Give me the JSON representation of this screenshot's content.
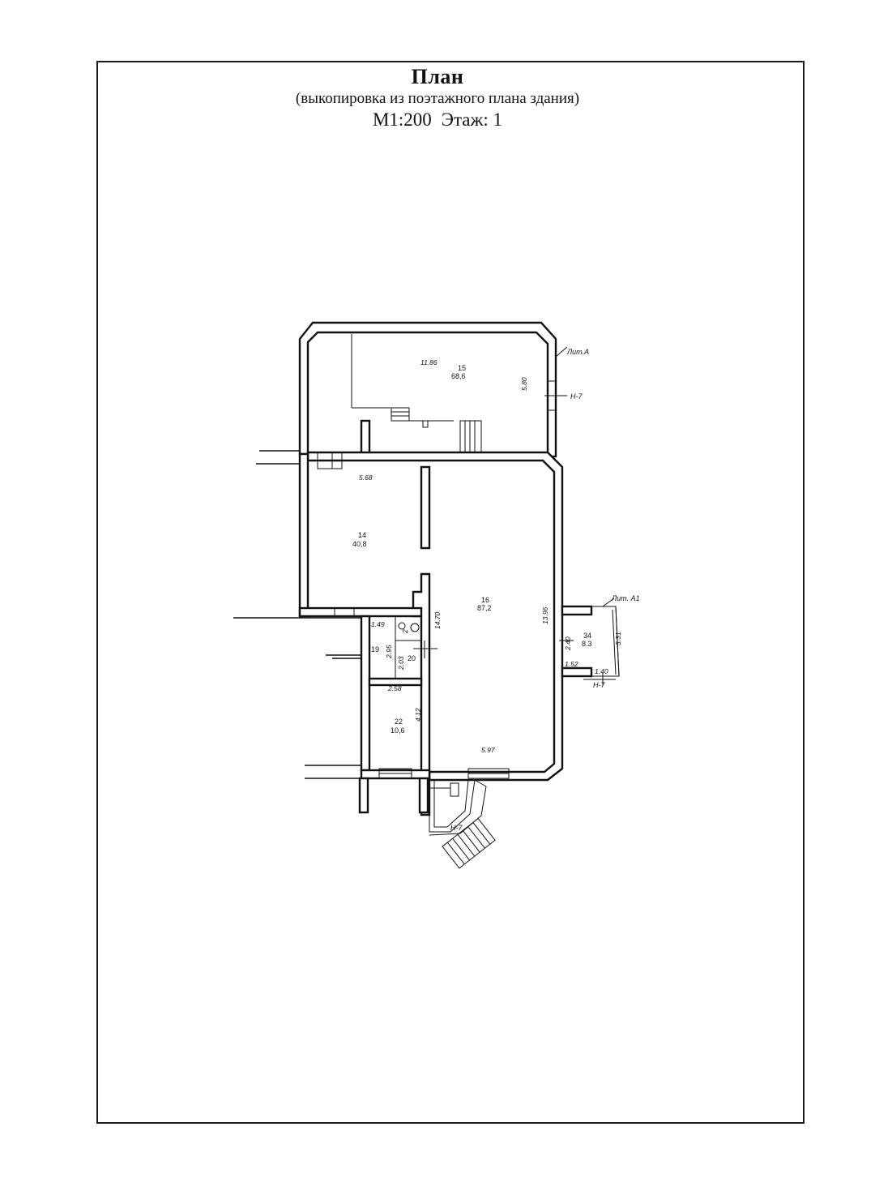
{
  "header": {
    "title": "План",
    "subtitle": "(выкопировка из поэтажного плана здания)",
    "scale": "М1:200",
    "floor": "Этаж: 1"
  },
  "plan": {
    "markers": {
      "lit_a": "Лит.А",
      "lit_a1": "Лит. А1",
      "n7_top": "Н-7",
      "n7_right": "Н-7",
      "n7_bottom": "Н-7"
    },
    "rooms": [
      {
        "id": "15",
        "area": "68,6"
      },
      {
        "id": "14",
        "area": "40,8"
      },
      {
        "id": "16",
        "area": "87,2"
      },
      {
        "id": "34",
        "area": "8.3"
      },
      {
        "id": "19",
        "area": ""
      },
      {
        "id": "20",
        "area": ""
      },
      {
        "id": "22",
        "area": "10,6"
      }
    ],
    "dimensions": {
      "d_11_86": "11.86",
      "d_5_80": "5.80",
      "d_5_68": "5.68",
      "d_14_70": "14.70",
      "d_13_96": "13.96",
      "d_2_40": "2.40",
      "d_3_31": "3.31",
      "d_1_52": "1.52",
      "d_1_40": "1.40",
      "d_1_49": "1.49",
      "d_2_95": "2.95",
      "d_2_03": "2.03",
      "d_2_58": "2.58",
      "d_4_12": "4.12",
      "d_5_97": "5.97",
      "d_small": "2"
    }
  }
}
